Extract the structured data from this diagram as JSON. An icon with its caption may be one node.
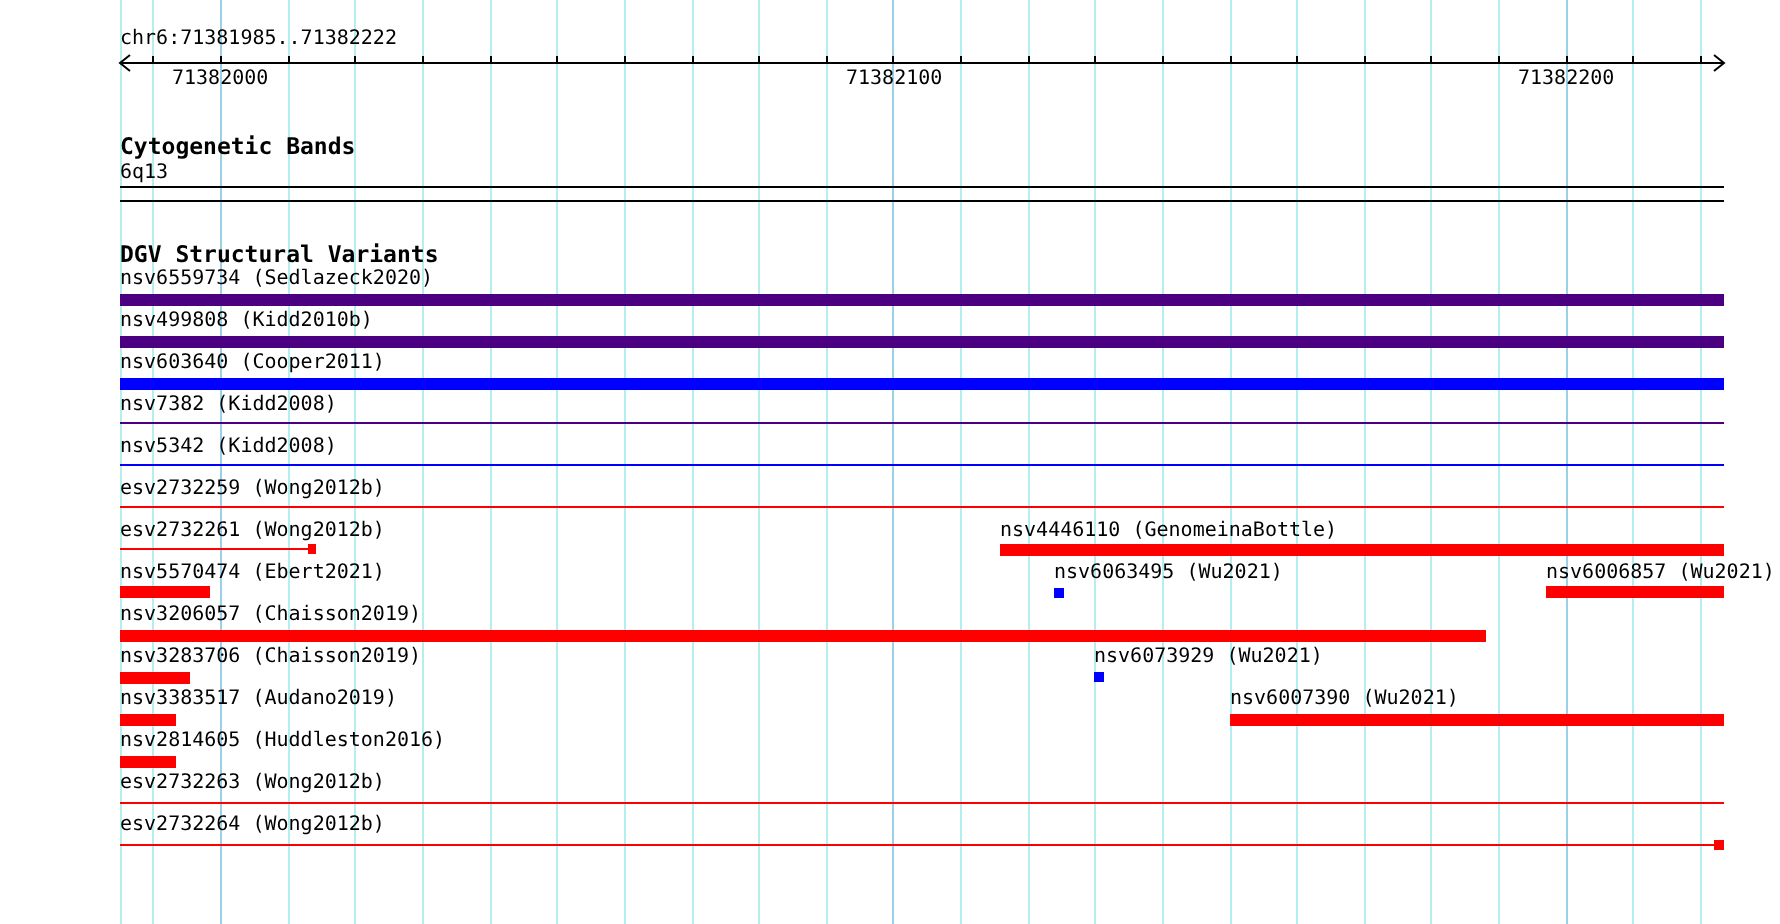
{
  "diagram": {
    "title": "chr6:71381985..71382222",
    "nodes": [
      {
        "text": [
          "6q13"
        ]
      },
      {
        "text": [
          "nsv6559734 (Sedlazeck2020)"
        ]
      },
      {
        "text": [
          "nsv499808 (Kidd2010b)"
        ]
      },
      {
        "text": [
          "nsv603640 (Cooper2011)"
        ]
      },
      {
        "text": [
          "nsv7382 (Kidd2008)"
        ]
      },
      {
        "text": [
          "nsv5342 (Kidd2008)"
        ]
      },
      {
        "text": [
          "esv2732259 (Wong2012b)"
        ]
      },
      {
        "text": [
          "esv2732261 (Wong2012b)"
        ]
      },
      {
        "text": [
          "nsv4446110 (GenomeinaBottle)"
        ]
      },
      {
        "text": [
          "nsv5570474 (Ebert2021)"
        ]
      },
      {
        "text": [
          "nsv6063495 (Wu2021)"
        ]
      },
      {
        "text": [
          "nsv6006857 (Wu2021)"
        ]
      },
      {
        "text": [
          "nsv3206057 (Chaisson2019)"
        ]
      },
      {
        "text": [
          "nsv3283706 (Chaisson2019)"
        ]
      },
      {
        "text": [
          "nsv6073929 (Wu2021)"
        ]
      },
      {
        "text": [
          "nsv3383517 (Audano2019)"
        ]
      },
      {
        "text": [
          "nsv6007390 (Wu2021)"
        ]
      },
      {
        "text": [
          "nsv2814605 (Huddleston2016)"
        ]
      },
      {
        "text": [
          "esv2732263 (Wong2012b)"
        ]
      },
      {
        "text": [
          "esv2732264 (Wong2012b)"
        ]
      }
    ],
    "labels": [
      "71382000",
      "71382100",
      "71382200",
      "Cytogenetic Bands",
      "DGV Structural Variants"
    ]
  }
}
